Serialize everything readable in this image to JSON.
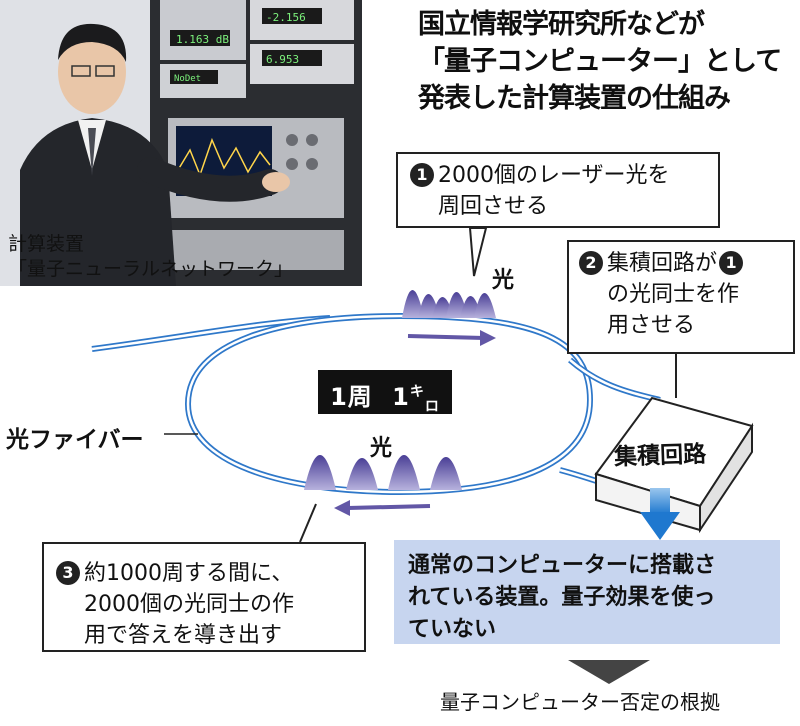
{
  "headline": {
    "lines": [
      "国立情報学研究所などが",
      "「量子コンピューター」として",
      "発表した計算装置の仕組み"
    ]
  },
  "photo": {
    "caption_line1": "計算装置",
    "caption_line2": "「量子ニューラルネットワーク」",
    "readouts": [
      "-2.156",
      "1.163 dB",
      "6.953",
      "NoDet"
    ]
  },
  "callouts": {
    "c1": {
      "num": "1",
      "line1": "2000個のレーザー光を",
      "line2": "周回させる"
    },
    "c2": {
      "num": "2",
      "num_inline": "1",
      "line1a": "集積回路が",
      "line2": "の光同士を作",
      "line3": "用させる"
    },
    "c3": {
      "num": "3",
      "line1": "約1000周する間に、",
      "line2": "2000個の光同士の作",
      "line3": "用で答えを導き出す"
    }
  },
  "labels": {
    "light_top": "光",
    "light_bottom": "光",
    "fiber": "光ファイバー",
    "circuit": "集積回路",
    "loop_main": "1周",
    "loop_num": "1",
    "loop_unit_top": "キ",
    "loop_unit_bottom": "ロ"
  },
  "blue_box": {
    "line1": "通常のコンピューターに搭載さ",
    "line2": "れている装置。量子効果を使っ",
    "line3": "ていない"
  },
  "conclusion": "量子コンピューター否定の根拠",
  "colors": {
    "fiber": "#2f78c9",
    "pulse": "#6257a6",
    "arrow_blue": "#2a83d1",
    "box_blue": "#c7d5ef",
    "dark": "#111111"
  }
}
